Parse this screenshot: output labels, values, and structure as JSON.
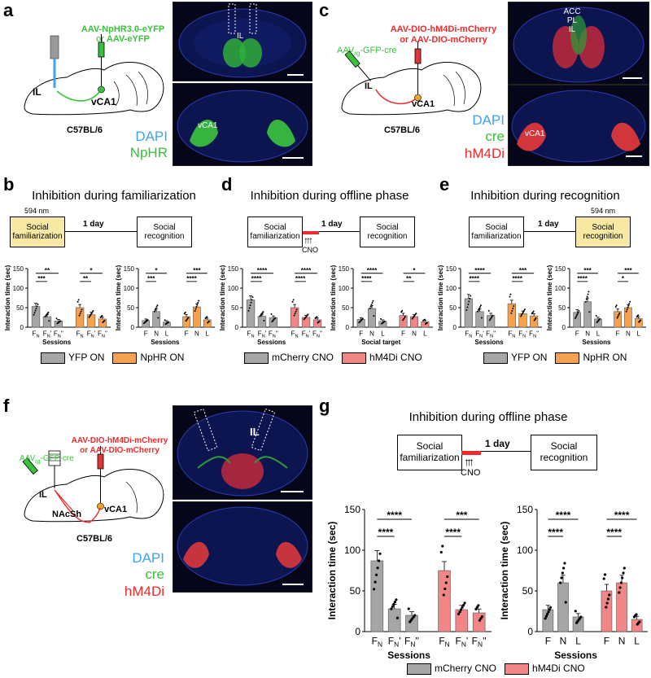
{
  "panels": {
    "a": "a",
    "b": "b",
    "c": "c",
    "d": "d",
    "e": "e",
    "f": "f",
    "g": "g"
  },
  "panel_a": {
    "virus1": "AAV-NpHR3.0-eYFP",
    "virus2_prefix": "or ",
    "virus2": "AAV-eYFP",
    "region1": "IL",
    "region2": "vCA1",
    "strain": "C57BL/6",
    "micro_label_top": "IL",
    "micro_label_bottom": "vCA1",
    "legend_dapi": "DAPI",
    "legend_npHR": "NpHR",
    "colors": {
      "dapi": "#3fa2f2",
      "green": "#38c23b",
      "red": "#ee2b2b"
    }
  },
  "panel_c": {
    "virus1": "AAV-DIO-hM4Di-mCherry",
    "virus2": "or AAV-DIO-mCherry",
    "retro_prefix": "AAV",
    "retro_sub": "rg",
    "retro_suffix": "-GFP-cre",
    "region1": "IL",
    "region2": "vCA1",
    "strain": "C57BL/6",
    "micro_acc": "ACC",
    "micro_pl": "PL",
    "micro_il": "IL",
    "micro_vca1": "vCA1",
    "legend_dapi": "DAPI",
    "legend_cre": "cre",
    "legend_hm4di": "hM4Di"
  },
  "panel_f": {
    "virus1": "AAV-DIO-hM4Di-mCherry",
    "virus2": "or AAV-DIO-mCherry",
    "retro_prefix": "AAV",
    "retro_sub": "rg",
    "retro_suffix": "-GFP-cre",
    "region_il": "IL",
    "region_nacsh": "NAcSh",
    "region_vca1": "vCA1",
    "strain": "C57BL/6",
    "micro_il": "IL",
    "legend_dapi": "DAPI",
    "legend_cre": "cre",
    "legend_hm4di": "hM4Di"
  },
  "panel_b": {
    "title": "Inhibition during familiarization",
    "laser": "594 nm",
    "box1": "Social familiarization",
    "box2": "Social recognition",
    "gap": "1 day",
    "legend": [
      "YFP ON",
      "NpHR ON"
    ]
  },
  "panel_d": {
    "title": "Inhibition during offline phase",
    "box1": "Social familiarization",
    "box2": "Social recognition",
    "gap": "1 day",
    "cno": "CNO",
    "legend": [
      "mCherry CNO",
      "hM4Di CNO"
    ]
  },
  "panel_e": {
    "title": "Inhibition during recognition",
    "laser": "594 nm",
    "box1": "Social familiarization",
    "box2": "Social recognition",
    "gap": "1 day",
    "legend": [
      "YFP ON",
      "NpHR ON"
    ]
  },
  "panel_g": {
    "title": "Inhibition during offline phase",
    "box1": "Social familiarization",
    "box2": "Social recognition",
    "gap": "1 day",
    "cno": "CNO",
    "legend": [
      "mCherry CNO",
      "hM4Di CNO"
    ]
  },
  "colors": {
    "gray": "#a6a6a6",
    "orange": "#f5a14d",
    "pink": "#f28585",
    "yellow": "#f7e9a3"
  },
  "chart_data": [
    {
      "id": "b-left",
      "type": "bar",
      "ylabel": "Interaction time (sec)",
      "xlabel": "Sessions",
      "ylim": [
        0,
        150
      ],
      "yticks": [
        0,
        50,
        100,
        150
      ],
      "categories": [
        "FN",
        "FN'",
        "FN''",
        "FN",
        "FN'",
        "FN''"
      ],
      "series": [
        {
          "name": "YFP ON",
          "values": [
            53,
            27,
            16
          ]
        },
        {
          "name": "NpHR ON",
          "values": [
            50,
            32,
            21
          ]
        }
      ],
      "significance": [
        "***",
        "**",
        "**",
        "*"
      ]
    },
    {
      "id": "b-right",
      "type": "bar",
      "ylabel": "Interaction time (sec)",
      "xlabel": "Sessions",
      "ylim": [
        0,
        150
      ],
      "yticks": [
        0,
        50,
        100,
        150
      ],
      "categories": [
        "F",
        "N",
        "L",
        "F",
        "N",
        "L"
      ],
      "series": [
        {
          "name": "YFP ON",
          "values": [
            17,
            40,
            13
          ]
        },
        {
          "name": "NpHR ON",
          "values": [
            27,
            52,
            19
          ]
        }
      ],
      "significance": [
        "***",
        "*",
        "****",
        "***"
      ]
    },
    {
      "id": "d-left",
      "type": "bar",
      "ylabel": "Interaction time (sec)",
      "xlabel": "Sessions",
      "ylim": [
        0,
        150
      ],
      "yticks": [
        0,
        50,
        100,
        150
      ],
      "categories": [
        "FN",
        "FN'",
        "FN''",
        "FN",
        "FN'",
        "FN''"
      ],
      "series": [
        {
          "name": "mCherry CNO",
          "values": [
            70,
            28,
            24
          ]
        },
        {
          "name": "hM4Di CNO",
          "values": [
            50,
            25,
            19
          ]
        }
      ],
      "significance": [
        "****",
        "****",
        "****",
        "****"
      ]
    },
    {
      "id": "d-right",
      "type": "bar",
      "ylabel": "Interaction time (sec)",
      "xlabel": "Social target",
      "ylim": [
        0,
        150
      ],
      "yticks": [
        0,
        50,
        100,
        150
      ],
      "categories": [
        "F",
        "N",
        "L",
        "F",
        "N",
        "L"
      ],
      "series": [
        {
          "name": "mCherry CNO",
          "values": [
            20,
            48,
            15
          ]
        },
        {
          "name": "hM4Di CNO",
          "values": [
            30,
            27,
            14
          ]
        }
      ],
      "significance": [
        "****",
        "****",
        "**",
        "*"
      ]
    },
    {
      "id": "e-left",
      "type": "bar",
      "ylabel": "Interaction time (sec)",
      "xlabel": "Sessions",
      "ylim": [
        0,
        150
      ],
      "yticks": [
        0,
        50,
        100,
        150
      ],
      "categories": [
        "FN",
        "FN'",
        "FN''",
        "FN",
        "FN'",
        "FN''"
      ],
      "series": [
        {
          "name": "YFP ON",
          "values": [
            73,
            40,
            30
          ]
        },
        {
          "name": "NpHR ON",
          "values": [
            60,
            35,
            29
          ]
        }
      ],
      "significance": [
        "****",
        "****",
        "****",
        "***"
      ]
    },
    {
      "id": "e-right",
      "type": "bar",
      "ylabel": "Interaction time (sec)",
      "xlabel": "Sessions",
      "ylim": [
        0,
        150
      ],
      "yticks": [
        0,
        50,
        100,
        150
      ],
      "categories": [
        "F",
        "N",
        "L",
        "F",
        "N",
        "L"
      ],
      "series": [
        {
          "name": "YFP ON",
          "values": [
            38,
            65,
            21
          ]
        },
        {
          "name": "NpHR ON",
          "values": [
            40,
            50,
            22
          ]
        }
      ],
      "significance": [
        "****",
        "***",
        "*",
        "***"
      ]
    },
    {
      "id": "g-left",
      "type": "bar",
      "ylabel": "Interaction time (sec)",
      "xlabel": "Sessions",
      "ylim": [
        0,
        150
      ],
      "yticks": [
        0,
        50,
        100,
        150
      ],
      "categories": [
        "FN",
        "FN'",
        "FN''",
        "FN",
        "FN'",
        "FN''"
      ],
      "series": [
        {
          "name": "mCherry CNO",
          "values": [
            87,
            28,
            20
          ]
        },
        {
          "name": "hM4Di CNO",
          "values": [
            75,
            27,
            23
          ]
        }
      ],
      "significance": [
        "****",
        "****",
        "****",
        "***"
      ]
    },
    {
      "id": "g-right",
      "type": "bar",
      "ylabel": "Interaction time (sec)",
      "xlabel": "Sessions",
      "ylim": [
        0,
        150
      ],
      "yticks": [
        0,
        50,
        100,
        150
      ],
      "categories": [
        "F",
        "N",
        "L",
        "F",
        "N",
        "L"
      ],
      "series": [
        {
          "name": "mCherry CNO",
          "values": [
            27,
            60,
            18
          ]
        },
        {
          "name": "hM4Di CNO",
          "values": [
            50,
            60,
            15
          ]
        }
      ],
      "significance": [
        "****",
        "****",
        "****",
        "****"
      ]
    }
  ]
}
